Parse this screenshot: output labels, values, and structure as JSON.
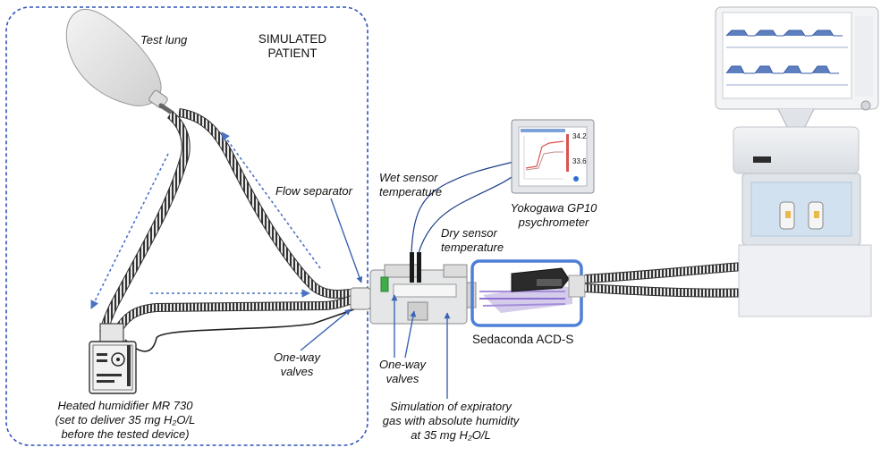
{
  "region_title_line1": "SIMULATED",
  "region_title_line2": "PATIENT",
  "labels": {
    "test_lung": "Test lung",
    "flow_separator": "Flow separator",
    "one_way_valves_left_1": "One-way",
    "one_way_valves_left_2": "valves",
    "one_way_valves_mid_1": "One-way",
    "one_way_valves_mid_2": "valves",
    "wet_sensor_1": "Wet sensor",
    "wet_sensor_2": "temperature",
    "dry_sensor_1": "Dry sensor",
    "dry_sensor_2": "temperature",
    "psychrometer_1": "Yokogawa GP10",
    "psychrometer_2": "psychrometer",
    "sedaconda": "Sedaconda ACD-S",
    "humidifier_1": "Heated humidifier MR 730",
    "humidifier_2": "(set to deliver 35 mg H₂O/L",
    "humidifier_3": "before the tested device)",
    "simulation_1": "Simulation of expiratory",
    "simulation_2": "gas with absolute humidity",
    "simulation_3": "at 35 mg H₂O/L"
  },
  "psychrometer_screen": {
    "top_value": "34.2",
    "bottom_value": "33.6"
  },
  "colors": {
    "dashed_border": "#2f55b8",
    "arrow_blue": "#4a73c4",
    "leader_line": "#3c64b4",
    "device_box": "#4d7fd6",
    "tube_dark": "#2a2a2a"
  }
}
